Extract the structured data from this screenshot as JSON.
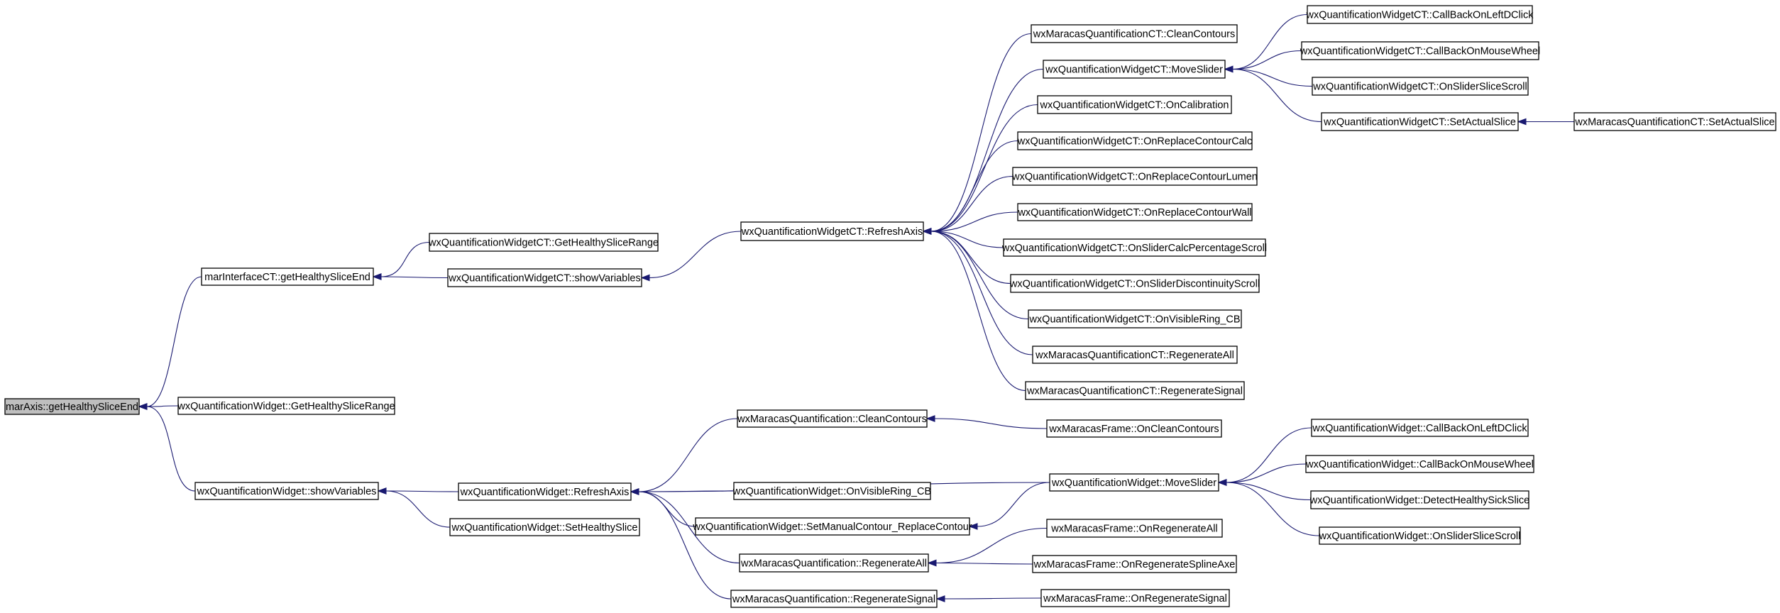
{
  "graph": {
    "type": "call-graph",
    "colors": {
      "edge": "#191970",
      "root_fill": "#bfbfbf",
      "node_fill": "#ffffff",
      "border": "#000000"
    },
    "nodes": [
      {
        "id": "n0",
        "label": "marAxis::getHealthySliceEnd",
        "root": true
      },
      {
        "id": "n1",
        "label": "marInterfaceCT::getHealthySliceEnd"
      },
      {
        "id": "n2",
        "label": "wxQuantificationWidget::GetHealthySliceRange"
      },
      {
        "id": "n3",
        "label": "wxQuantificationWidget::showVariables"
      },
      {
        "id": "n4",
        "label": "wxQuantificationWidgetCT::GetHealthySliceRange"
      },
      {
        "id": "n5",
        "label": "wxQuantificationWidgetCT::showVariables"
      },
      {
        "id": "n6",
        "label": "wxQuantificationWidgetCT::RefreshAxis"
      },
      {
        "id": "n7",
        "label": "wxMaracasQuantificationCT::CleanContours"
      },
      {
        "id": "n8",
        "label": "wxQuantificationWidgetCT::MoveSlider"
      },
      {
        "id": "n9",
        "label": "wxQuantificationWidgetCT::OnCalibration"
      },
      {
        "id": "n10",
        "label": "wxQuantificationWidgetCT::OnReplaceContourCalc"
      },
      {
        "id": "n11",
        "label": "wxQuantificationWidgetCT::OnReplaceContourLumen"
      },
      {
        "id": "n12",
        "label": "wxQuantificationWidgetCT::OnReplaceContourWall"
      },
      {
        "id": "n13",
        "label": "wxQuantificationWidgetCT::OnSliderCalcPercentageScroll"
      },
      {
        "id": "n14",
        "label": "wxQuantificationWidgetCT::OnSliderDiscontinuityScroll"
      },
      {
        "id": "n15",
        "label": "wxQuantificationWidgetCT::OnVisibleRing_CB"
      },
      {
        "id": "n16",
        "label": "wxMaracasQuantificationCT::RegenerateAll"
      },
      {
        "id": "n17",
        "label": "wxMaracasQuantificationCT::RegenerateSignal"
      },
      {
        "id": "n18",
        "label": "wxQuantificationWidgetCT::CallBackOnLeftDClick"
      },
      {
        "id": "n19",
        "label": "wxQuantificationWidgetCT::CallBackOnMouseWheel"
      },
      {
        "id": "n20",
        "label": "wxQuantificationWidgetCT::OnSliderSliceScroll"
      },
      {
        "id": "n21",
        "label": "wxQuantificationWidgetCT::SetActualSlice"
      },
      {
        "id": "n22",
        "label": "wxMaracasQuantificationCT::SetActualSlice"
      },
      {
        "id": "n23",
        "label": "wxQuantificationWidget::RefreshAxis"
      },
      {
        "id": "n24",
        "label": "wxQuantificationWidget::SetHealthySlice"
      },
      {
        "id": "n25",
        "label": "wxMaracasQuantification::CleanContours"
      },
      {
        "id": "n26",
        "label": "wxQuantificationWidget::OnVisibleRing_CB"
      },
      {
        "id": "n27",
        "label": "wxQuantificationWidget::SetManualContour_ReplaceContour"
      },
      {
        "id": "n28",
        "label": "wxMaracasQuantification::RegenerateAll"
      },
      {
        "id": "n29",
        "label": "wxMaracasQuantification::RegenerateSignal"
      },
      {
        "id": "n30",
        "label": "wxMaracasFrame::OnCleanContours"
      },
      {
        "id": "n31",
        "label": "wxQuantificationWidget::MoveSlider"
      },
      {
        "id": "n32",
        "label": "wxMaracasFrame::OnRegenerateAll"
      },
      {
        "id": "n33",
        "label": "wxMaracasFrame::OnRegenerateSplineAxe"
      },
      {
        "id": "n34",
        "label": "wxMaracasFrame::OnRegenerateSignal"
      },
      {
        "id": "n35",
        "label": "wxQuantificationWidget::CallBackOnLeftDClick"
      },
      {
        "id": "n36",
        "label": "wxQuantificationWidget::CallBackOnMouseWheel"
      },
      {
        "id": "n37",
        "label": "wxQuantificationWidget::DetectHealthySickSlice"
      },
      {
        "id": "n38",
        "label": "wxQuantificationWidget::OnSliderSliceScroll"
      }
    ],
    "edges": [
      {
        "from": "n1",
        "to": "n0"
      },
      {
        "from": "n2",
        "to": "n0"
      },
      {
        "from": "n3",
        "to": "n0"
      },
      {
        "from": "n4",
        "to": "n1"
      },
      {
        "from": "n5",
        "to": "n1"
      },
      {
        "from": "n6",
        "to": "n5"
      },
      {
        "from": "n7",
        "to": "n6"
      },
      {
        "from": "n8",
        "to": "n6"
      },
      {
        "from": "n9",
        "to": "n6"
      },
      {
        "from": "n10",
        "to": "n6"
      },
      {
        "from": "n11",
        "to": "n6"
      },
      {
        "from": "n12",
        "to": "n6"
      },
      {
        "from": "n13",
        "to": "n6"
      },
      {
        "from": "n14",
        "to": "n6"
      },
      {
        "from": "n15",
        "to": "n6"
      },
      {
        "from": "n16",
        "to": "n6"
      },
      {
        "from": "n17",
        "to": "n6"
      },
      {
        "from": "n18",
        "to": "n8"
      },
      {
        "from": "n19",
        "to": "n8"
      },
      {
        "from": "n20",
        "to": "n8"
      },
      {
        "from": "n21",
        "to": "n8"
      },
      {
        "from": "n22",
        "to": "n21"
      },
      {
        "from": "n23",
        "to": "n3"
      },
      {
        "from": "n24",
        "to": "n3"
      },
      {
        "from": "n25",
        "to": "n23"
      },
      {
        "from": "n31",
        "to": "n23"
      },
      {
        "from": "n26",
        "to": "n23"
      },
      {
        "from": "n27",
        "to": "n23"
      },
      {
        "from": "n28",
        "to": "n23"
      },
      {
        "from": "n29",
        "to": "n23"
      },
      {
        "from": "n30",
        "to": "n25"
      },
      {
        "from": "n31",
        "to": "n27"
      },
      {
        "from": "n32",
        "to": "n28"
      },
      {
        "from": "n33",
        "to": "n28"
      },
      {
        "from": "n34",
        "to": "n29"
      },
      {
        "from": "n35",
        "to": "n31"
      },
      {
        "from": "n36",
        "to": "n31"
      },
      {
        "from": "n37",
        "to": "n31"
      },
      {
        "from": "n38",
        "to": "n31"
      }
    ]
  }
}
